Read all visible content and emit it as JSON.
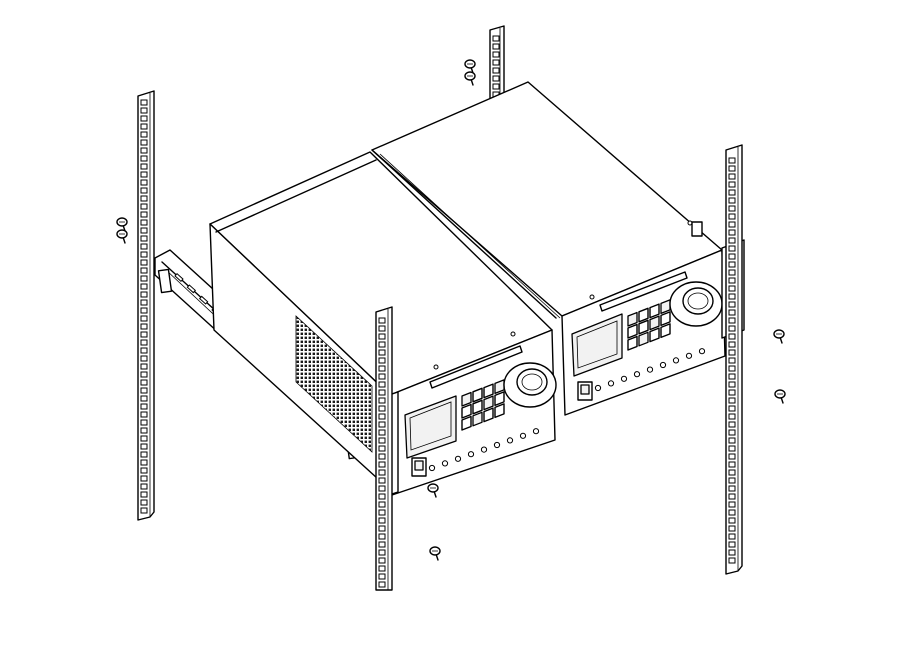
{
  "figure": {
    "parts": [
      "rack-rail",
      "rack-rail",
      "rack-rail",
      "rack-rail",
      "instrument",
      "instrument",
      "rack-mount-bracket",
      "side-support-rail",
      "mounting-screw"
    ]
  },
  "colors": {
    "line": "#000000",
    "background": "#ffffff",
    "vent_hatch": "#1a1a1a"
  }
}
